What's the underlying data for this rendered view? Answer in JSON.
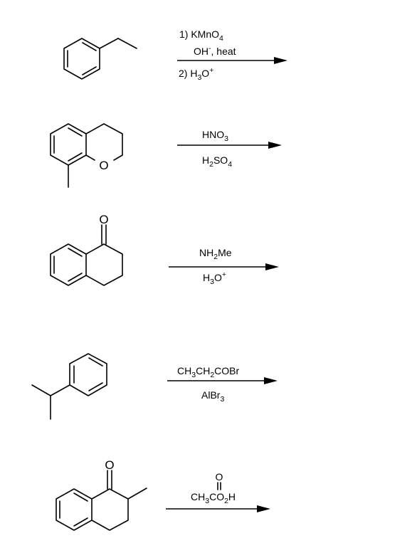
{
  "reactions": [
    {
      "reagent_lines": [
        {
          "parts": [
            {
              "t": "1) KMnO"
            },
            {
              "t": "4",
              "s": "sub"
            }
          ]
        },
        {
          "parts": [
            {
              "t": "OH"
            },
            {
              "t": "-",
              "s": "sup"
            },
            {
              "t": ", heat"
            }
          ]
        },
        {
          "parts": [
            {
              "t": "2) H"
            },
            {
              "t": "3",
              "s": "sub"
            },
            {
              "t": "O"
            },
            {
              "t": "+",
              "s": "sup"
            }
          ]
        }
      ]
    },
    {
      "reagent_lines": [
        {
          "parts": [
            {
              "t": "HNO"
            },
            {
              "t": "3",
              "s": "sub"
            }
          ]
        },
        {
          "parts": [
            {
              "t": "H"
            },
            {
              "t": "2",
              "s": "sub"
            },
            {
              "t": "SO"
            },
            {
              "t": "4",
              "s": "sub"
            }
          ]
        }
      ]
    },
    {
      "reagent_lines": [
        {
          "parts": [
            {
              "t": "NH"
            },
            {
              "t": "2",
              "s": "sub"
            },
            {
              "t": "Me"
            }
          ]
        },
        {
          "parts": [
            {
              "t": "H"
            },
            {
              "t": "3",
              "s": "sub"
            },
            {
              "t": "O"
            },
            {
              "t": "+",
              "s": "sup"
            }
          ]
        }
      ]
    },
    {
      "reagent_lines": [
        {
          "parts": [
            {
              "t": "CH"
            },
            {
              "t": "3",
              "s": "sub"
            },
            {
              "t": "CH"
            },
            {
              "t": "2",
              "s": "sub"
            },
            {
              "t": "COBr"
            }
          ]
        },
        {
          "parts": [
            {
              "t": "AlBr"
            },
            {
              "t": "3",
              "s": "sub"
            }
          ]
        }
      ]
    },
    {
      "reagent_lines": [
        {
          "parts": [
            {
              "t": "O"
            }
          ]
        },
        {
          "parts": [
            {
              "t": "CH"
            },
            {
              "t": "3",
              "s": "sub"
            },
            {
              "t": "CO"
            },
            {
              "t": "2",
              "s": "sub"
            },
            {
              "t": "H"
            }
          ]
        }
      ]
    }
  ],
  "atom_labels": {
    "chroman_oxygen": "O",
    "tetralone_oxygen": "O",
    "methyl_tetralone_oxygen": "O"
  }
}
